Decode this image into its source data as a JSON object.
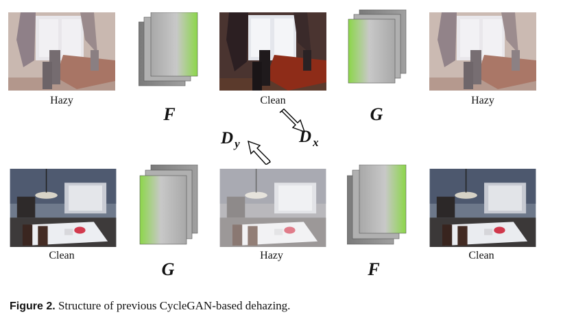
{
  "caption": {
    "label": "Figure 2.",
    "text": " Structure of previous CycleGAN-based dehazing."
  },
  "top_row": {
    "img1_label": "Hazy",
    "net1": "F",
    "img2_label": "Clean",
    "net2": "G",
    "img3_label": "Hazy"
  },
  "bottom_row": {
    "img1_label": "Clean",
    "net1": "G",
    "img2_label": "Hazy",
    "net2": "F",
    "img3_label": "Clean"
  },
  "discriminators": {
    "dy_main": "D",
    "dy_sub": "y",
    "dx_main": "D",
    "dx_sub": "x"
  },
  "colors": {
    "network_green": "#8cd64a",
    "network_gray": "#b4b4b4",
    "stack_back": "#8a8a8a"
  }
}
